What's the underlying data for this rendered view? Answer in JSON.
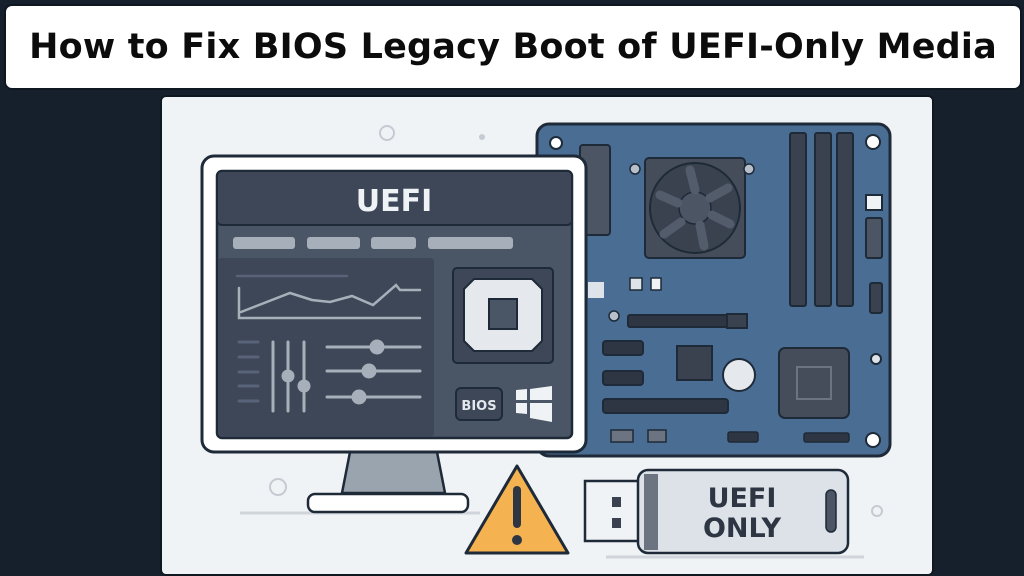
{
  "header": {
    "title": "How to Fix BIOS Legacy Boot of UEFI-Only Media"
  },
  "illustration": {
    "monitor_screen_title": "UEFI",
    "bios_chip_label": "BIOS",
    "usb_label_line1": "UEFI",
    "usb_label_line2": "ONLY"
  },
  "colors": {
    "background": "#16202c",
    "panel": "#f0f3f6",
    "motherboard": "#4a6d93",
    "screen": "#3f4a5a",
    "warning": "#f4b350"
  }
}
